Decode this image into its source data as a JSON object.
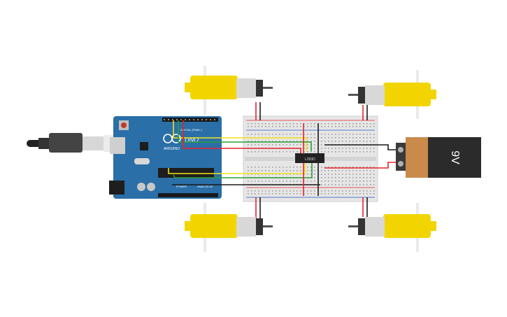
{
  "arduino": {
    "brand": "ARDUINO",
    "model": "UNO",
    "digital_label": "DIGITAL (PWM~)",
    "analog_label": "ANALOG IN",
    "power_label": "POWER"
  },
  "driver_ic": {
    "label": "L293D"
  },
  "battery": {
    "label": "9V"
  },
  "colors": {
    "board": "#2a6fa8",
    "motor": "#f2d500",
    "wire_red": "#e8232a",
    "wire_yellow": "#f4e21a",
    "wire_green": "#2e9d3a",
    "wire_black": "#1a1a1a",
    "battery_body": "#2b2b2b",
    "battery_cap": "#c98a4a"
  },
  "motors": [
    "motor-top-left",
    "motor-top-right",
    "motor-bottom-left",
    "motor-bottom-right"
  ]
}
